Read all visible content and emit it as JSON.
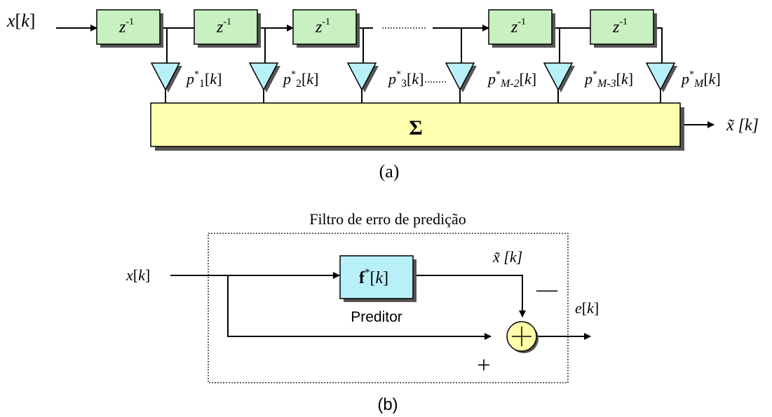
{
  "colors": {
    "delay_fill": "#c8f0c0",
    "gain_fill": "#b8f0f8",
    "sum_fill": "#ffffb0",
    "predictor_fill": "#b8f0f8",
    "adder_fill": "#ffffa8",
    "shadow": "#555555",
    "line": "#000000"
  },
  "panel_a": {
    "input_label_var": "x",
    "input_label_idx": "k",
    "delay_label_base": "z",
    "delay_label_exp": "-1",
    "coefficient_base": "p",
    "coefficient_star": "*",
    "coefficient_subscripts": [
      "1",
      "2",
      "3",
      "M-2",
      "M-3",
      "M"
    ],
    "coefficient_index": "k",
    "sum_symbol": "Σ",
    "output_label": "x̃ [k]",
    "caption": "(a)"
  },
  "panel_b": {
    "title": "Filtro de erro de predição",
    "input_label_var": "x",
    "input_label_idx": "k",
    "predictor_bold": "f",
    "predictor_star": "*",
    "predictor_idx": "k",
    "predictor_caption": "Preditor",
    "estimate_label": "x̃ [k]",
    "minus_sign": "—",
    "plus_sign": "+",
    "error_label_var": "e",
    "error_label_idx": "k",
    "caption": "(b)"
  }
}
